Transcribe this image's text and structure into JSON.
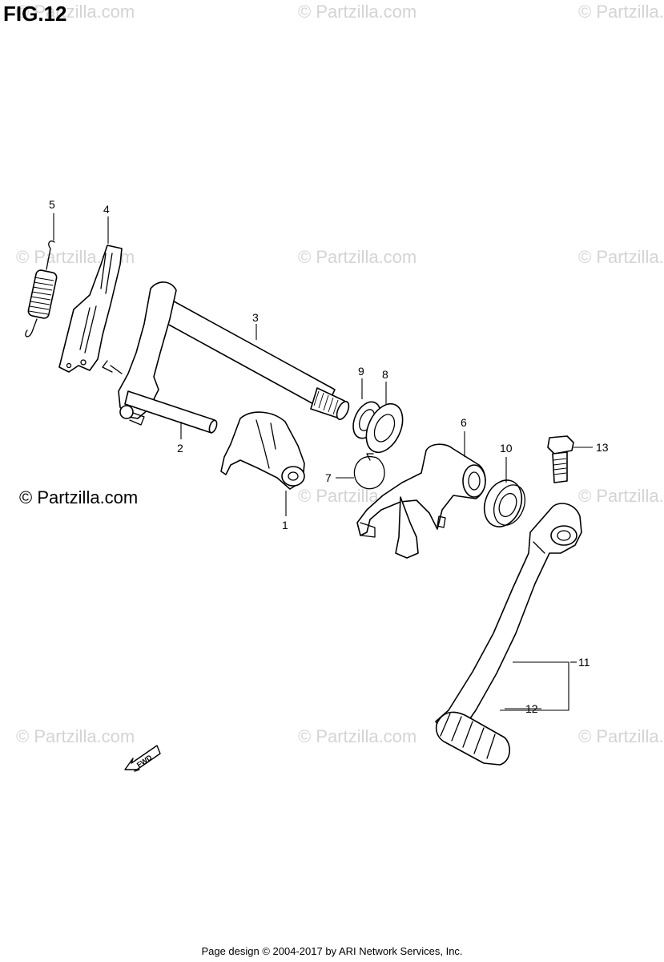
{
  "figure": {
    "title": "FIG.12"
  },
  "watermark": {
    "text": "© Partzilla.com",
    "color": "#d4d4d4"
  },
  "copyright": {
    "text": "© Partzilla.com"
  },
  "direction_marker": {
    "label": "FWD",
    "icon": "fwd-arrow-icon"
  },
  "callouts": {
    "c1": "1",
    "c2": "2",
    "c3": "3",
    "c4": "4",
    "c5": "5",
    "c6": "6",
    "c7": "7",
    "c8": "8",
    "c9": "9",
    "c10": "10",
    "c11": "11",
    "c12": "12",
    "c13": "13"
  },
  "footer": {
    "text": "Page design © 2004-2017 by ARI Network Services, Inc."
  }
}
